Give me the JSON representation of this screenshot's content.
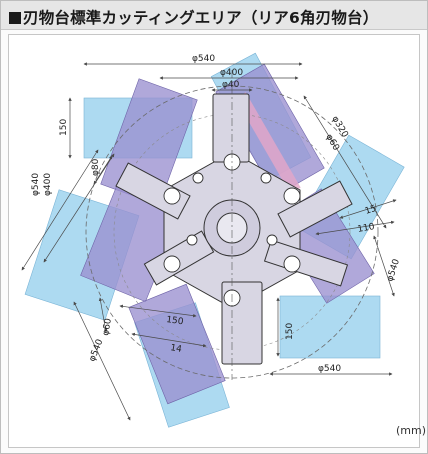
{
  "title": "刃物台標準カッティングエリア（リア6角刃物台）",
  "unit": "(mm)",
  "labels": {
    "d540_top": "φ540",
    "d400_top": "φ400",
    "d40_top": "φ40",
    "d150_left": "150",
    "d540_left": "φ540",
    "d400_left": "φ400",
    "d80_left": "φ80",
    "d320": "φ320",
    "d60": "φ60",
    "d15_right": "15",
    "d110_right": "110",
    "d540_right": "φ540",
    "d60_bl": "φ60",
    "d150_bl": "150",
    "d14_bl": "14",
    "d540_bl": "φ540",
    "d150_bottom": "150",
    "d540_bottom": "φ540"
  },
  "colors": {
    "blue_area": "#9fd3ef",
    "purple_area": "#9a8fcf",
    "pink_area": "#e5a6c8",
    "body_gray": "#d8d6e3",
    "line": "#4a4a4a"
  }
}
